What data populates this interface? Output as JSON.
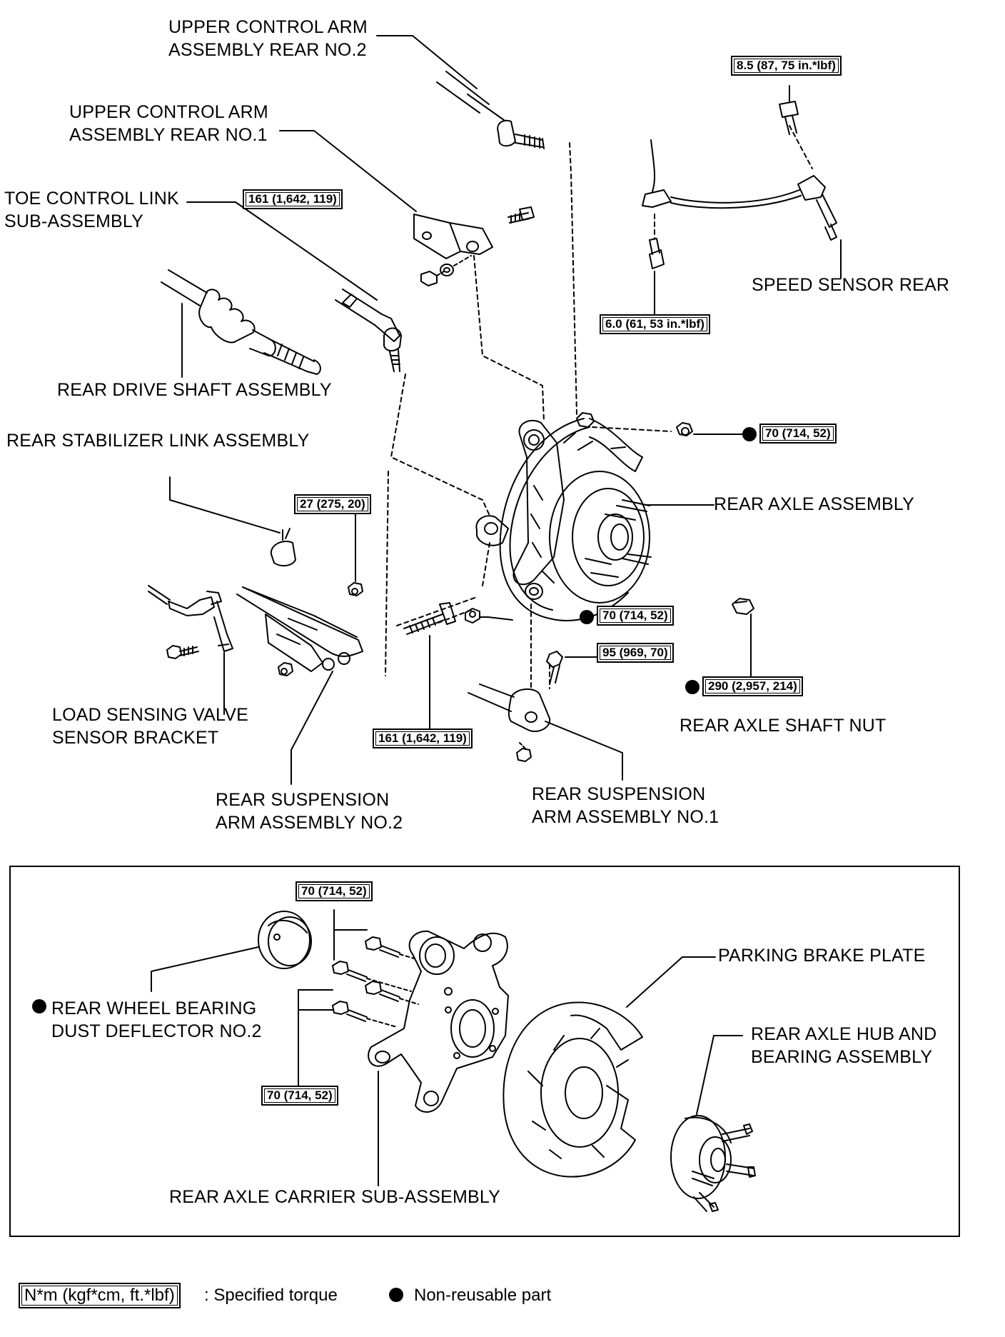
{
  "labels": {
    "upper_arm_rear_no2": "UPPER CONTROL ARM\nASSEMBLY REAR NO.2",
    "upper_arm_rear_no1": "UPPER CONTROL ARM\nASSEMBLY REAR NO.1",
    "toe_control_link": "TOE CONTROL LINK\nSUB-ASSEMBLY",
    "rear_drive_shaft": "REAR DRIVE SHAFT ASSEMBLY",
    "rear_stabilizer_link": "REAR STABILIZER LINK ASSEMBLY",
    "speed_sensor_rear": "SPEED SENSOR REAR",
    "rear_axle_assembly": "REAR AXLE ASSEMBLY",
    "load_sensing_valve": "LOAD SENSING VALVE\nSENSOR BRACKET",
    "rear_susp_arm_no2": "REAR SUSPENSION\nARM ASSEMBLY NO.2",
    "rear_susp_arm_no1": "REAR SUSPENSION\nARM ASSEMBLY NO.1",
    "rear_axle_shaft_nut": "REAR AXLE SHAFT NUT",
    "parking_brake_plate": "PARKING BRAKE PLATE",
    "rear_wheel_bearing_deflector": "REAR WHEEL BEARING\nDUST DEFLECTOR NO.2",
    "rear_axle_hub_bearing": "REAR AXLE HUB AND\nBEARING ASSEMBLY",
    "rear_axle_carrier": "REAR AXLE CARRIER SUB-ASSEMBLY"
  },
  "torques": {
    "speed_sensor_bolt": "8.5 (87, 75 in.*lbf)",
    "speed_sensor_bracket_bolt": "6.0 (61, 53 in.*lbf)",
    "upper_arm_nut": "161 (1,642, 119)",
    "knuckle_upper_nut": "70 (714, 52)",
    "stabilizer_nut": "27 (275, 20)",
    "lower_arm_nut": "70 (714, 52)",
    "susp_arm_no1_bolt": "95 (969, 70)",
    "axle_shaft_nut": "290 (2,957, 214)",
    "susp_arm_no2_bolt": "161 (1,642, 119)",
    "carrier_upper_bolts": "70 (714, 52)",
    "carrier_lower_bolts": "70 (714, 52)"
  },
  "legend": {
    "torque_unit_box": "N*m (kgf*cm, ft.*lbf)",
    "torque_text": ": Specified torque",
    "nonreusable_text": "Non-reusable part"
  }
}
